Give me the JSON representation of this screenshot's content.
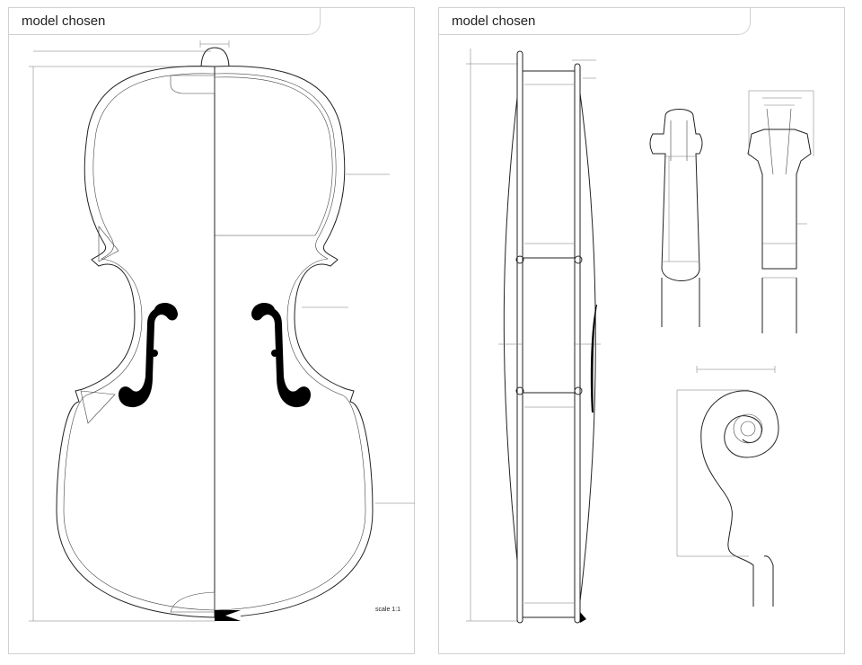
{
  "sheets": [
    {
      "title": "model chosen",
      "scale": "scale 1:1"
    },
    {
      "title": "model chosen"
    }
  ],
  "colors": {
    "ink": "#222222",
    "frame": "#d0d0d0",
    "fhole": "#000000"
  }
}
